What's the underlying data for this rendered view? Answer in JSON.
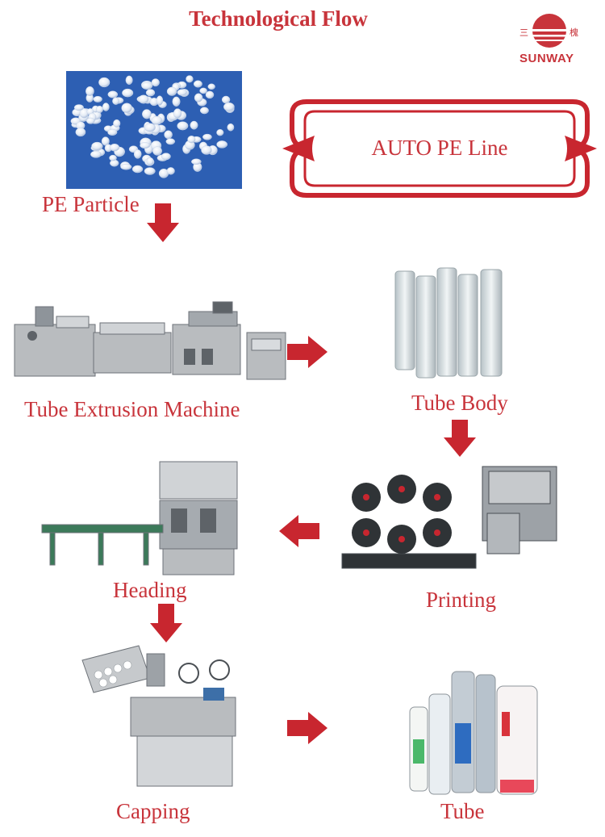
{
  "title": "Technological Flow",
  "logo": {
    "name": "SUNWAY",
    "cjk_left": "三",
    "cjk_right": "槐"
  },
  "banner": {
    "text": "AUTO PE Line"
  },
  "steps": {
    "pe_particle": "PE Particle",
    "extrusion": "Tube Extrusion Machine",
    "tube_body": "Tube Body",
    "printing": "Printing",
    "heading": "Heading",
    "capping": "Capping",
    "tube": "Tube"
  },
  "colors": {
    "accent": "#c8343b",
    "arrow": "#c8262f",
    "particle_bg": "#2d5fb3",
    "machine_gray": "#b9bcbf"
  },
  "icons": [
    "arrow-down-icon",
    "arrow-right-icon",
    "arrow-left-icon"
  ]
}
